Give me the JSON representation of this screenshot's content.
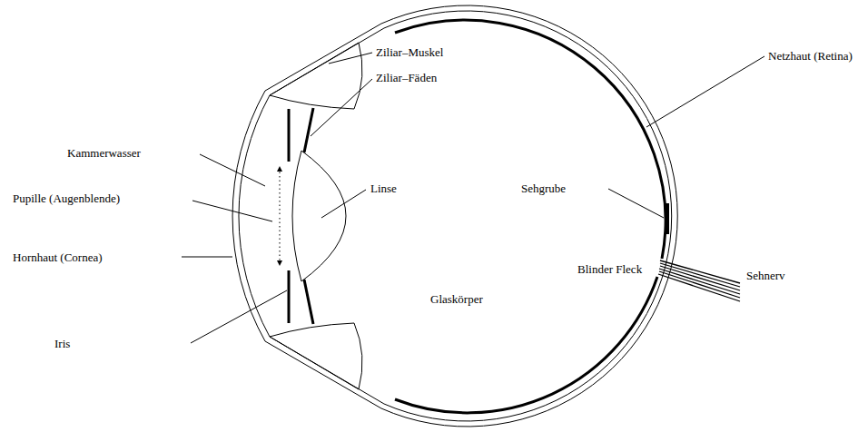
{
  "diagram": {
    "labels": [
      "Ziliar–Muskel",
      "Netzhaut (Retina)",
      "Ziliar–Fäden",
      "Kammerwasser",
      "Pupille (Augenblende)",
      "Linse",
      "Sehgrube",
      "Hornhaut (Cornea)",
      "Blinder Fleck",
      "Sehnerv",
      "Glaskörper",
      "Iris"
    ]
  }
}
